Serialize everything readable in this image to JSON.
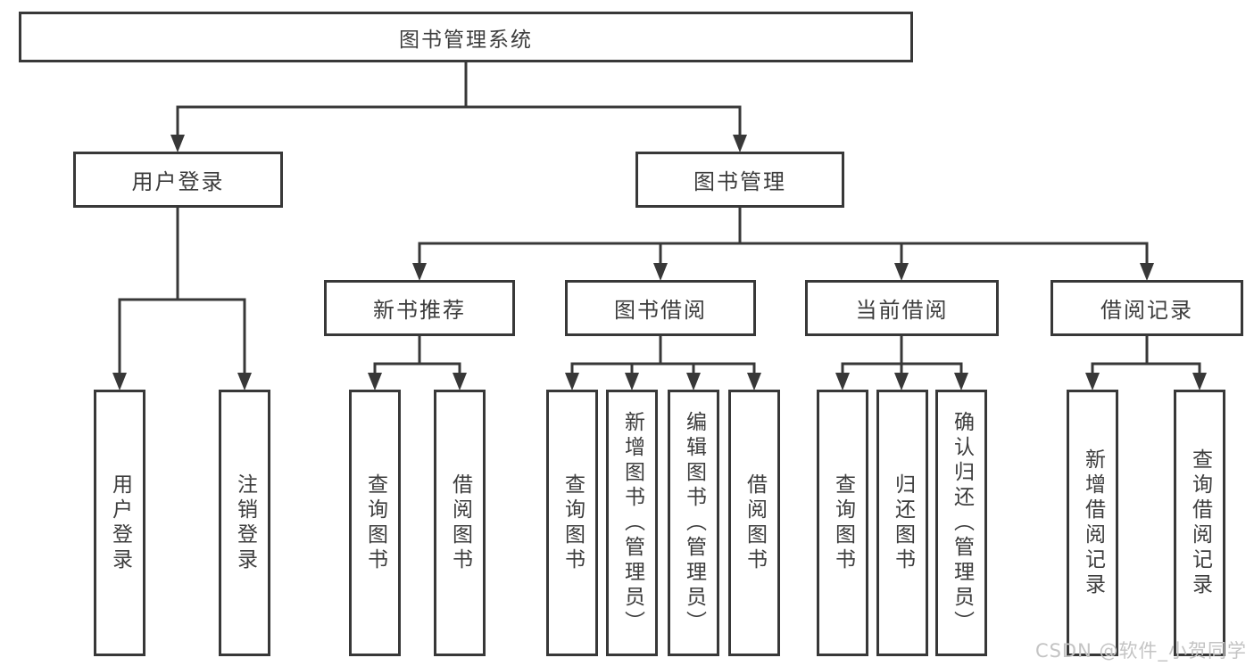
{
  "tree": {
    "label": "图书管理系统",
    "children": [
      {
        "label": "用户登录",
        "children": [
          {
            "label": "用户登录"
          },
          {
            "label": "注销登录"
          }
        ]
      },
      {
        "label": "图书管理",
        "children": [
          {
            "label": "新书推荐",
            "children": [
              {
                "label": "查询图书"
              },
              {
                "label": "借阅图书"
              }
            ]
          },
          {
            "label": "图书借阅",
            "children": [
              {
                "label": "查询图书"
              },
              {
                "label": "新增图书（管理员）"
              },
              {
                "label": "编辑图书（管理员）"
              },
              {
                "label": "借阅图书"
              }
            ]
          },
          {
            "label": "当前借阅",
            "children": [
              {
                "label": "查询图书"
              },
              {
                "label": "归还图书"
              },
              {
                "label": "确认归还（管理员）"
              }
            ]
          },
          {
            "label": "借阅记录",
            "children": [
              {
                "label": "新增借阅记录"
              },
              {
                "label": "查询借阅记录"
              }
            ]
          }
        ]
      }
    ]
  },
  "watermark": {
    "text": "CSDN @软件_小贺同学"
  },
  "colors": {
    "line": "#383838",
    "text": "#3d3d3d",
    "watermark": "#c4c4c4",
    "background": "#ffffff"
  }
}
